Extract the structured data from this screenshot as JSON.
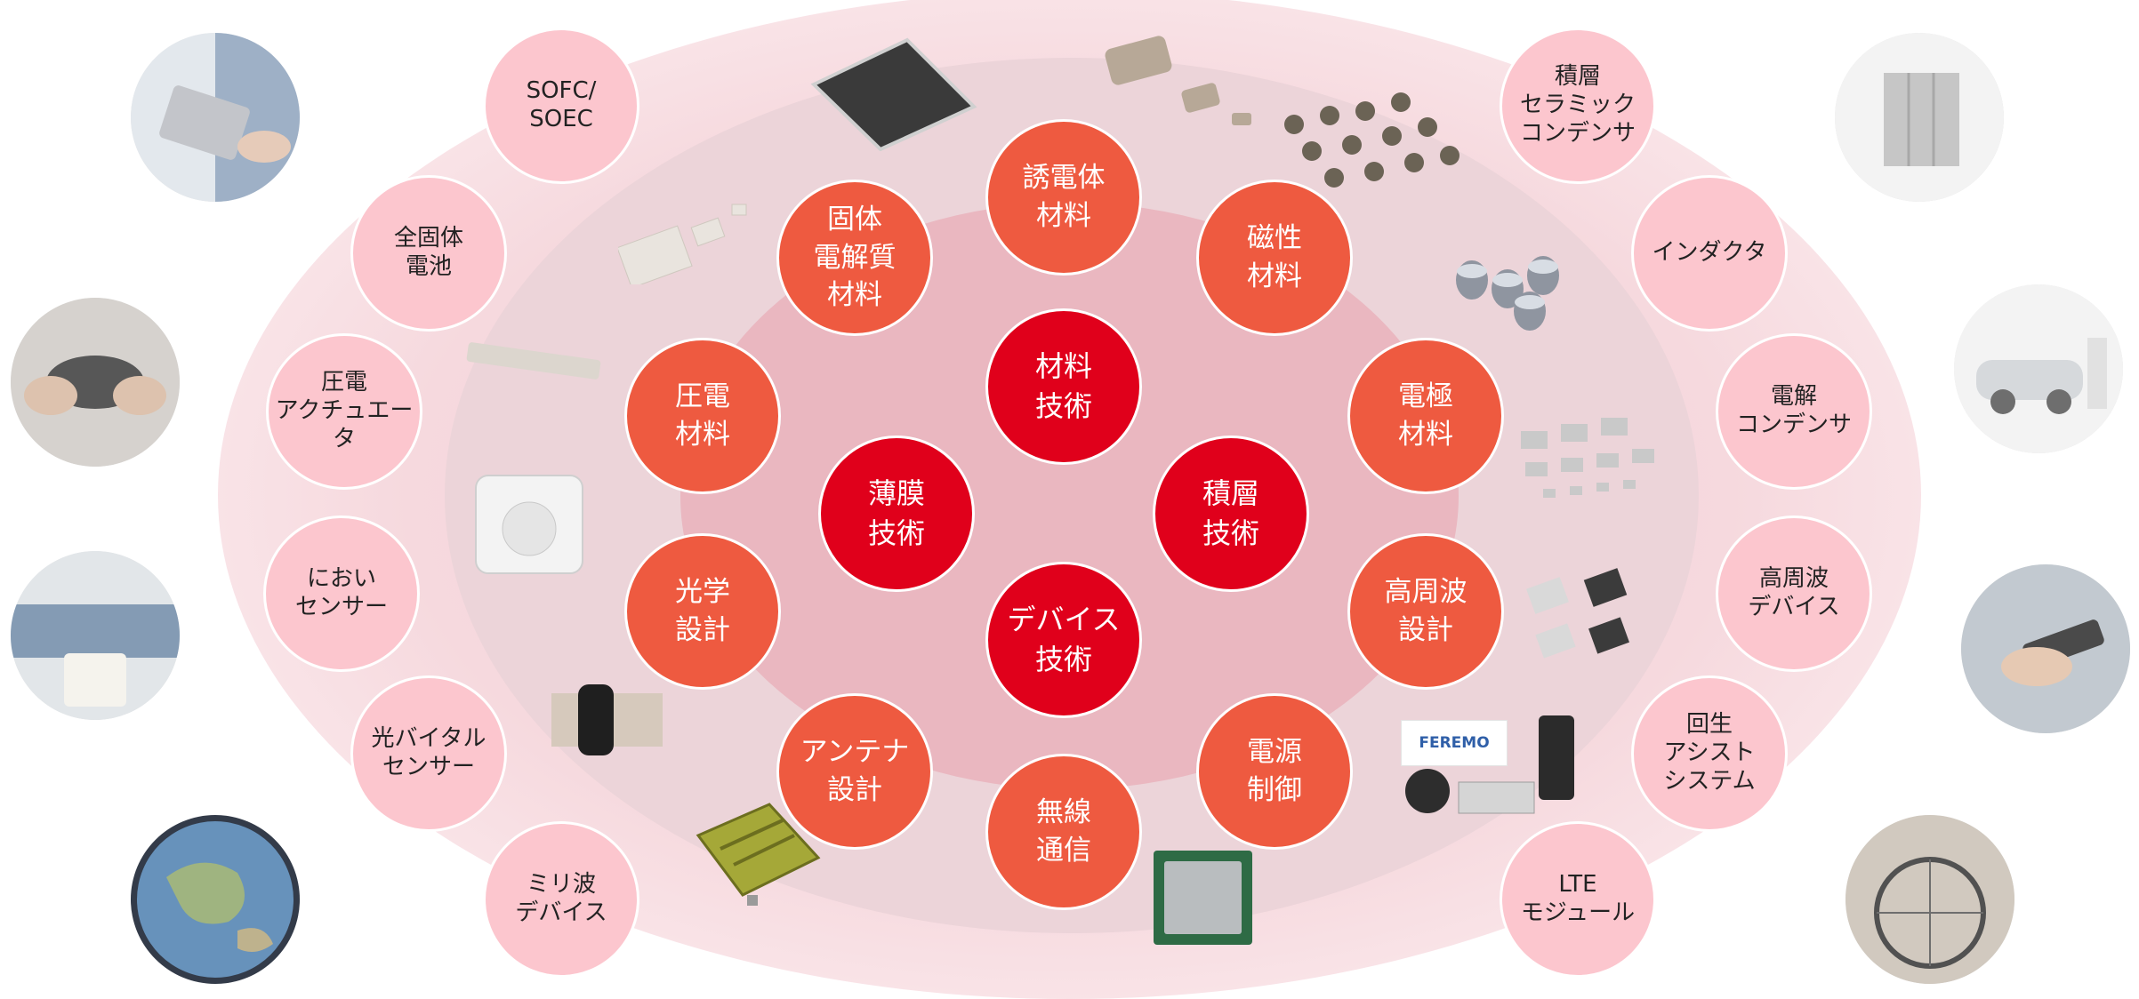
{
  "core_tech": [
    {
      "id": "material-tech",
      "label": "材料\n技術"
    },
    {
      "id": "thin-film-tech",
      "label": "薄膜\n技術"
    },
    {
      "id": "multilayer-tech",
      "label": "積層\n技術"
    },
    {
      "id": "device-tech",
      "label": "デバイス\n技術"
    }
  ],
  "mid_ring": [
    {
      "id": "dielectric",
      "label": "誘電体\n材料"
    },
    {
      "id": "solid-electrolyte",
      "label": "固体\n電解質\n材料"
    },
    {
      "id": "magnetic",
      "label": "磁性\n材料"
    },
    {
      "id": "piezo",
      "label": "圧電\n材料"
    },
    {
      "id": "electrode",
      "label": "電極\n材料"
    },
    {
      "id": "optical",
      "label": "光学\n設計"
    },
    {
      "id": "high-freq-design",
      "label": "高周波\n設計"
    },
    {
      "id": "antenna",
      "label": "アンテナ\n設計"
    },
    {
      "id": "power-control",
      "label": "電源\n制御"
    },
    {
      "id": "wireless",
      "label": "無線\n通信"
    }
  ],
  "applications": [
    {
      "id": "sofc",
      "label": "SOFC/\nSOEC"
    },
    {
      "id": "solid-battery",
      "label": "全固体\n電池"
    },
    {
      "id": "piezo-actuator",
      "label": "圧電\nアクチュエータ"
    },
    {
      "id": "odor-sensor",
      "label": "におい\nセンサー"
    },
    {
      "id": "vital-sensor",
      "label": "光バイタル\nセンサー"
    },
    {
      "id": "mmwave",
      "label": "ミリ波\nデバイス"
    },
    {
      "id": "mlcc",
      "label": "積層\nセラミック\nコンデンサ"
    },
    {
      "id": "inductor",
      "label": "インダクタ"
    },
    {
      "id": "electrolytic-cap",
      "label": "電解\nコンデンサ"
    },
    {
      "id": "hf-device",
      "label": "高周波\nデバイス"
    },
    {
      "id": "regen-assist",
      "label": "回生\nアシスト\nシステム"
    },
    {
      "id": "lte-module",
      "label": "LTE\nモジュール"
    }
  ],
  "brand_logo_text": "FEREMO",
  "colors": {
    "core": "#e0001b",
    "mid": "#ee5a40",
    "app": "#fcc6ce"
  }
}
